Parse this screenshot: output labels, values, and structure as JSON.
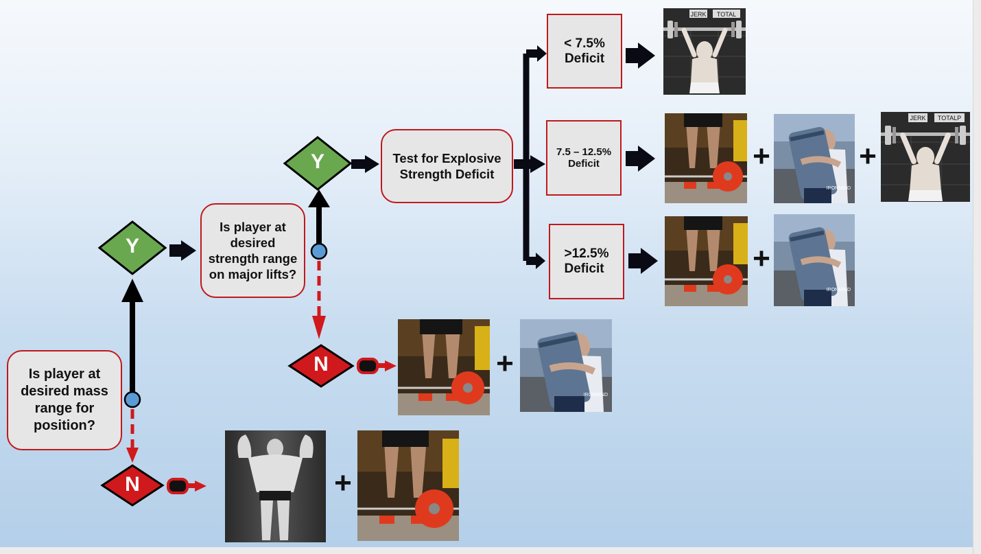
{
  "questions": {
    "mass": "Is player at desired mass range for position?",
    "strength": "Is player at desired strength range on major lifts?",
    "explosive": "Test for Explosive Strength Deficit"
  },
  "decisions": {
    "yes": "Y",
    "no": "N"
  },
  "deficits": {
    "low": "< 7.5%\nDeficit",
    "mid": "7.5 – 12.5%\nDeficit",
    "high": ">12.5%\nDeficit"
  },
  "photo_signs": {
    "jerk": "JERK",
    "total": "TOTAL",
    "total_alt": "TOTALP",
    "watermark": "IRONMIND"
  },
  "plus_sign": "+",
  "colors": {
    "box_border": "#c0181b",
    "box_fill": "#e6e6e6",
    "yes_diamond": "#6aa84f",
    "no_diamond": "#d0191c",
    "connector_dot": "#5b9bd5",
    "arrow": "#0a0a14"
  }
}
